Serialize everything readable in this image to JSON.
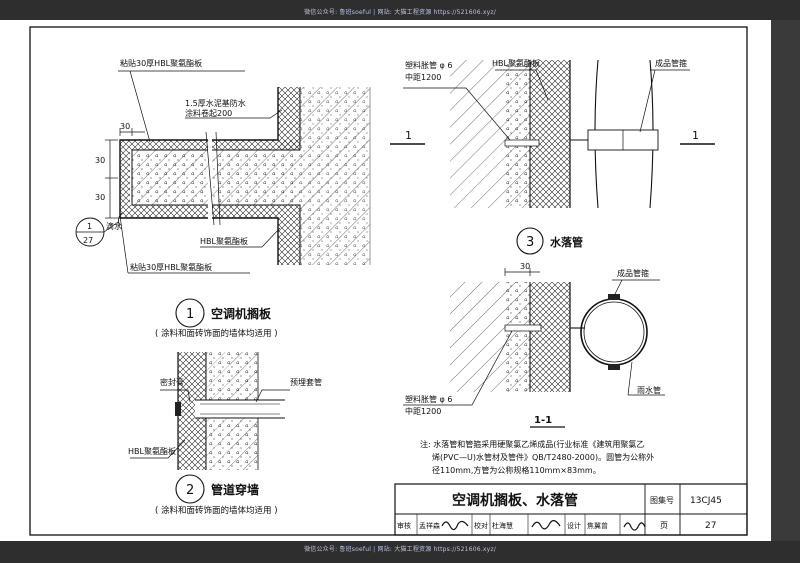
{
  "watermark": {
    "top": "微信公众号: 鲁班soeful  |  网站: 大猫工程资源 https://521606.xyz/",
    "bottom": "微信公众号: 鲁班soeful  |  网站: 大猫工程资源 https://521606.xyz/"
  },
  "fig1": {
    "label_top": "粘贴30厚HBL聚氨酯板",
    "label_waterproof_1": "1.5厚水泥基防水",
    "label_waterproof_2": "涂料卷起200",
    "dim_30_top": "30",
    "dim_30_a": "30",
    "dim_30_b": "30",
    "ref_num": "1",
    "ref_den": "27",
    "drip": "滴水",
    "label_hbl": "HBL聚氨酯板",
    "label_bottom": "粘贴30厚HBL聚氨酯板",
    "number": "1",
    "title": "空调机搁板",
    "note": "( 涂料和面砖饰面的墙体均适用 )"
  },
  "fig2": {
    "label_sealant": "密封膏",
    "label_sleeve": "预埋套管",
    "label_hbl": "HBL聚氨酯板",
    "number": "2",
    "title": "管道穿墙",
    "note": "( 涂料和面砖饰面的墙体均适用 )"
  },
  "fig3": {
    "label_anchor_1": "塑料胀管 φ 6",
    "label_spacing_1": "中距1200",
    "label_hbl": "HBL聚氨酯板",
    "label_clamp_1": "成品管箍",
    "section_left": "1",
    "section_right": "1",
    "number": "3",
    "title": "水落管",
    "dim_30": "30",
    "label_clamp_2": "成品管箍",
    "label_anchor_2": "塑料胀管 φ 6",
    "label_spacing_2": "中距1200",
    "label_pipe": "雨水管",
    "section_title": "1-1"
  },
  "note": {
    "line1": "注: 水落管和管箍采用硬聚氯乙烯成品(行业标准《建筑用聚氯乙",
    "line2": "烯(PVC—U)水管材及管件》QB/T2480-2000)。圆管为公称外",
    "line3": "径110mm,方管为公称规格110mm×83mm。"
  },
  "titleblock": {
    "title": "空调机搁板、水落管",
    "atlas_label": "图集号",
    "atlas_value": "13CJ45",
    "page_label": "页",
    "page_value": "27",
    "review_label": "审核",
    "review_name": "孟祥森",
    "check_label": "校对",
    "check_name": "杜海慧",
    "design_label": "设计",
    "design_name": "焦翼曾"
  }
}
